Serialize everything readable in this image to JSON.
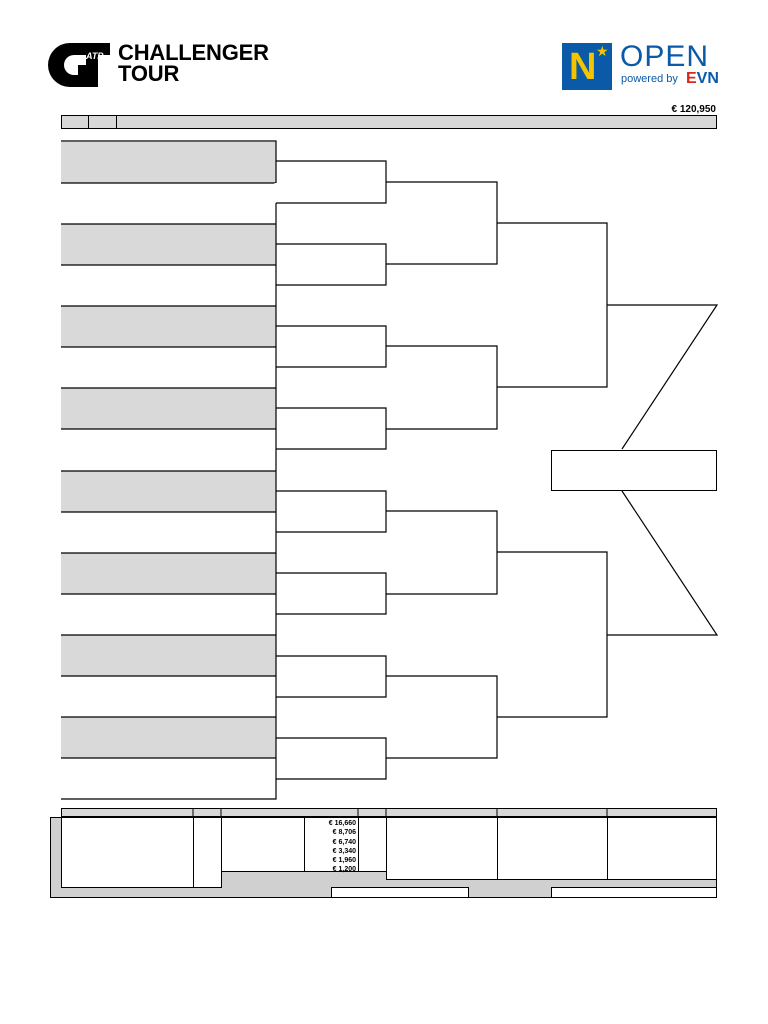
{
  "header": {
    "challenger_logo": {
      "line1": "CHALLENGER",
      "line2": "TOUR",
      "atp": "ATP"
    },
    "sponsor_logo": {
      "badge": "N",
      "open": "OPEN",
      "powered_by": "powered by",
      "evn_e": "E",
      "evn_rest": "VN"
    },
    "prize_money": "€ 120,950"
  },
  "prize_breakdown": [
    "€ 16,660",
    "€ 8,706",
    "€ 6,740",
    "€ 3,340",
    "€ 1,960",
    "€ 1,200"
  ],
  "colors": {
    "slot_fill": "#d9d9d9",
    "sponsor_blue": "#0a5aa8",
    "sponsor_yellow": "#f4c400",
    "evn_red": "#d9271c"
  },
  "icons": {
    "challenger_mark": "challenger-tour-icon",
    "sponsor_star": "star-icon"
  }
}
